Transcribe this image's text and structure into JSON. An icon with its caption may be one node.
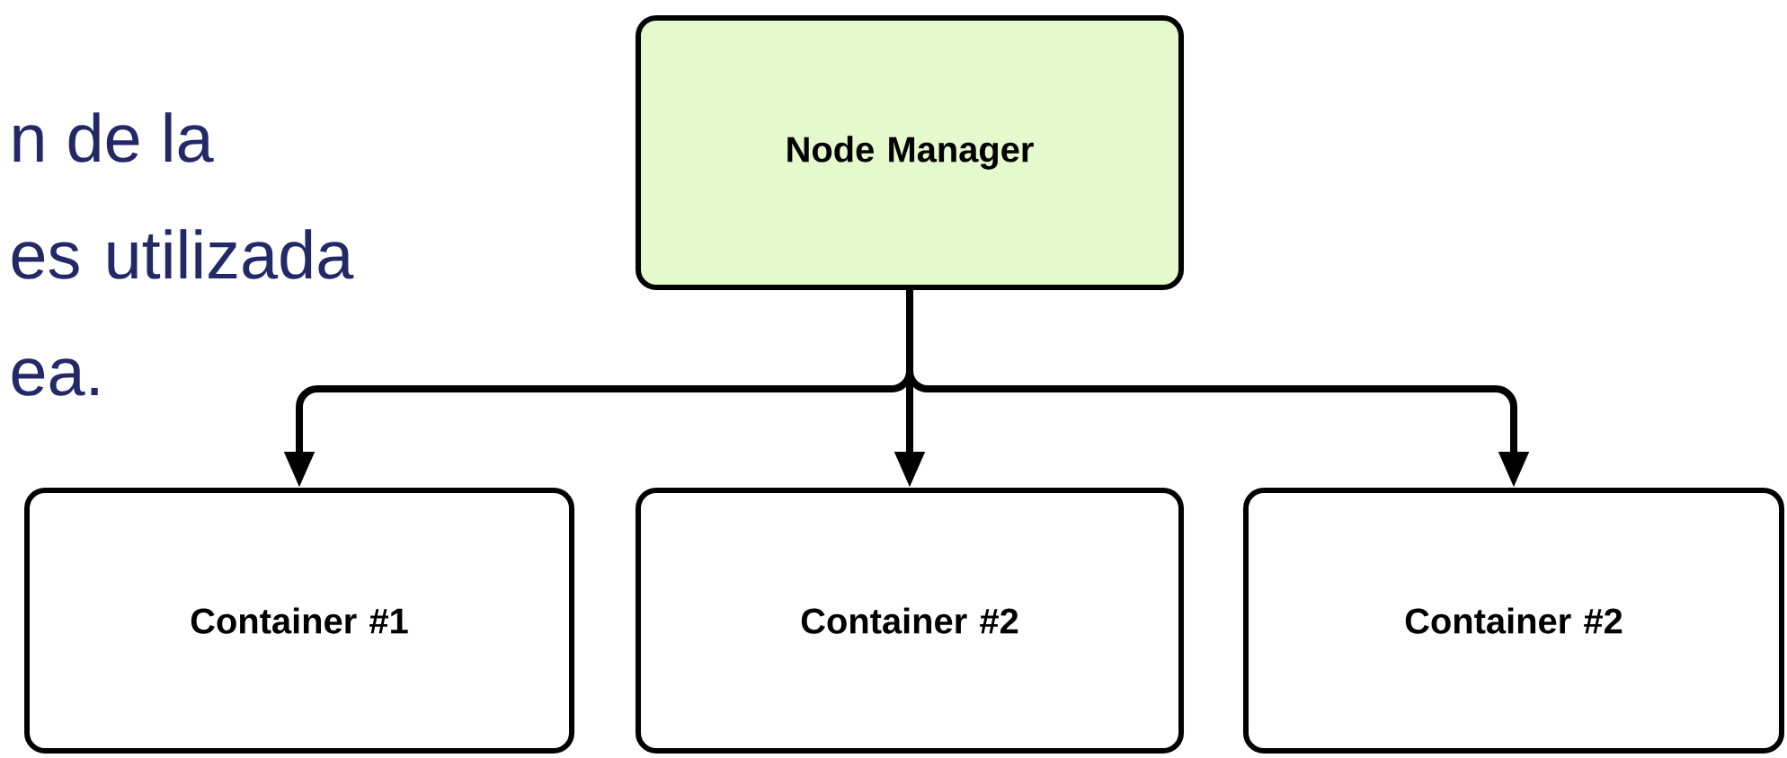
{
  "diagram": {
    "nodes": [
      {
        "text": [
          "Node Manager"
        ]
      },
      {
        "text": [
          "Container #1"
        ]
      },
      {
        "text": [
          "Container #2"
        ]
      },
      {
        "text": [
          "Container #2"
        ]
      }
    ],
    "edges": [
      {
        "from": 0,
        "to": 1,
        "arrow": "to"
      },
      {
        "from": 0,
        "to": 2,
        "arrow": "to"
      },
      {
        "from": 0,
        "to": 3,
        "arrow": "to"
      }
    ],
    "labels": [
      "n de la",
      "es utilizada",
      "ea."
    ]
  }
}
